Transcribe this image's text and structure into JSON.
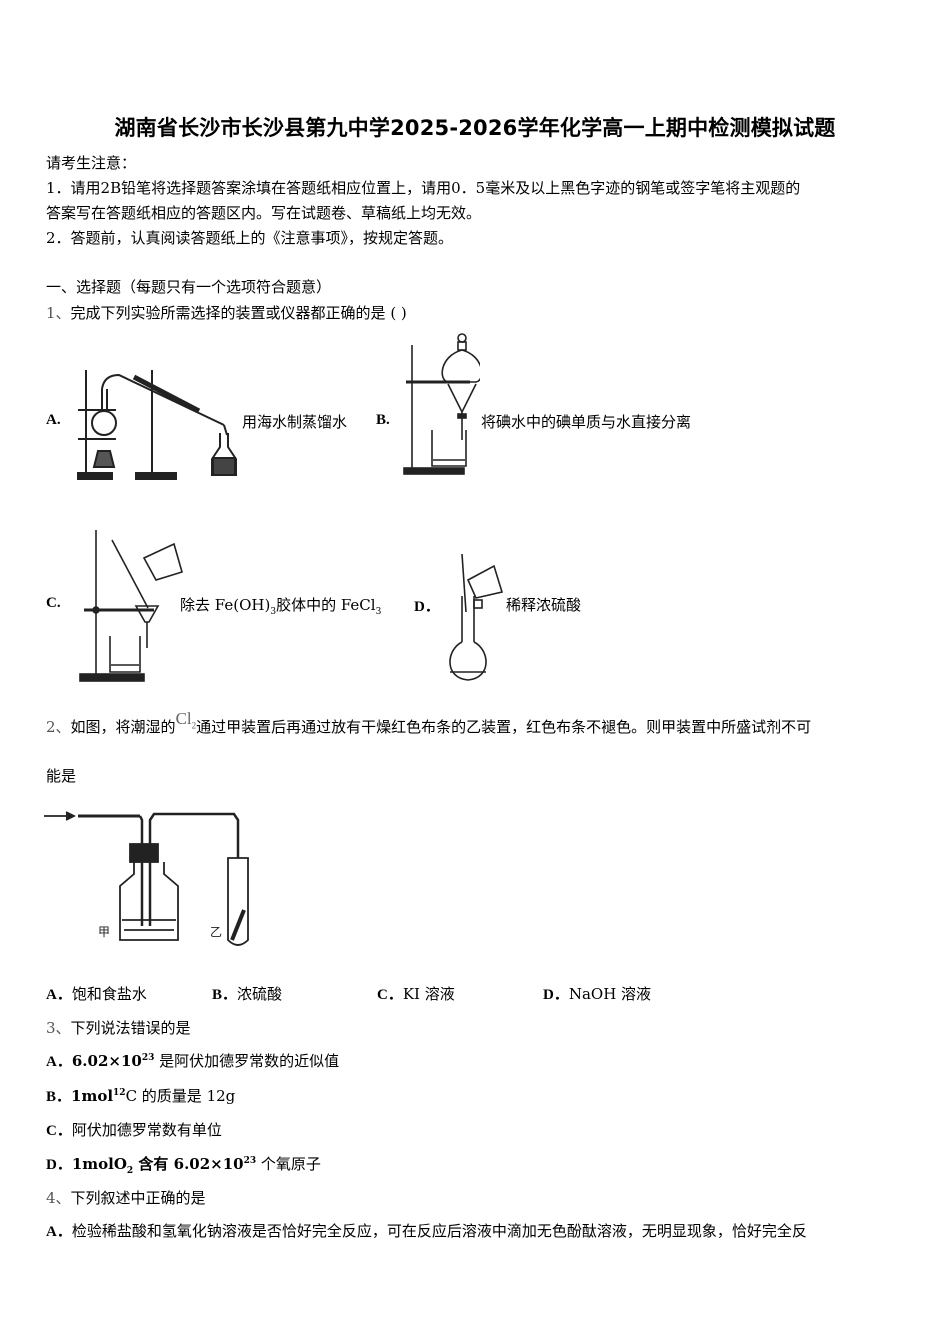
{
  "document": {
    "title": "湖南省长沙市长沙县第九中学2025-2026学年化学高一上期中检测模拟试题",
    "notice": {
      "heading": "请考生注意：",
      "item1_line1": "1．请用2B铅笔将选择题答案涂填在答题纸相应位置上，请用0．5毫米及以上黑色字迹的钢笔或签字笔将主观题的",
      "item1_line2": "答案写在答题纸相应的答题区内。写在试题卷、草稿纸上均无效。",
      "item2": "2．答题前，认真阅读答题纸上的《注意事项》，按规定答题。"
    },
    "section1": {
      "heading": "一、选择题（每题只有一个选项符合题意）"
    },
    "questions": [
      {
        "number": "1、",
        "stem": "完成下列实验所需选择的装置或仪器都正确的是 (   )",
        "options": [
          {
            "label": "A.",
            "text": "用海水制蒸馏水",
            "figure": "distillation-apparatus"
          },
          {
            "label": "B.",
            "text": "将碘水中的碘单质与水直接分离",
            "figure": "separatory-funnel-apparatus"
          },
          {
            "label": "C.",
            "text_pre": "除去 Fe(OH)",
            "sub1": "3",
            "text_mid": "胶体中的 FeCl",
            "sub2": "3",
            "figure": "filtration-apparatus"
          },
          {
            "label": "D．",
            "text": "稀释浓硫酸",
            "figure": "volumetric-flask-apparatus"
          }
        ]
      },
      {
        "number": "2、",
        "stem_pre": "如图，将潮湿的",
        "formula": "Cl",
        "formula_sub": "2",
        "stem_post": "通过甲装置后再通过放有干燥红色布条的乙装置，红色布条不褪色。则甲装置中所盛试剂不可",
        "stem_line2": "能是",
        "figure_labels": {
          "jia": "甲",
          "yi": "乙"
        },
        "options": [
          {
            "label": "A．",
            "text": "饱和食盐水"
          },
          {
            "label": "B．",
            "text": "浓硫酸"
          },
          {
            "label": "C．",
            "text": "KI 溶液"
          },
          {
            "label": "D．",
            "text": "NaOH 溶液"
          }
        ]
      },
      {
        "number": "3、",
        "stem": "下列说法错误的是",
        "options": [
          {
            "label": "A．",
            "pre": "6.02×10",
            "sup": "23",
            "post": " 是阿伏加德罗常数的近似值"
          },
          {
            "label": "B．",
            "pre": "1mol",
            "sup": "12",
            "post": "C 的质量是 12g"
          },
          {
            "label": "C．",
            "text": "阿伏加德罗常数有单位"
          },
          {
            "label": "D．",
            "pre": "1molO",
            "sub": "2",
            "mid": " 含有 6.02×10",
            "sup": "23",
            "post": " 个氧原子"
          }
        ]
      },
      {
        "number": "4、",
        "stem": "下列叙述中正确的是",
        "options": [
          {
            "label": "A．",
            "text": "检验稀盐酸和氢氧化钠溶液是否恰好完全反应，可在反应后溶液中滴加无色酚酞溶液，无明显现象，恰好完全反"
          }
        ]
      }
    ]
  }
}
